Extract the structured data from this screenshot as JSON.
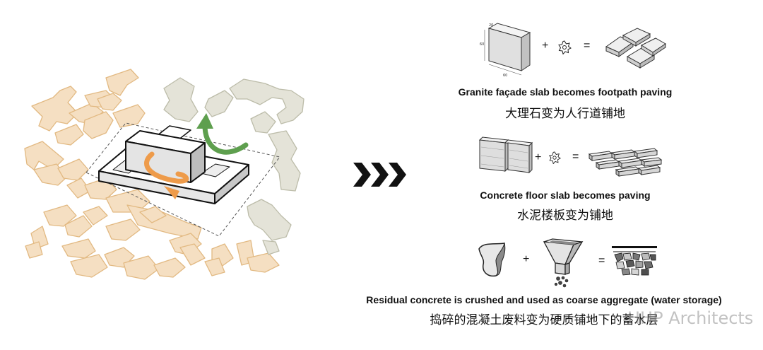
{
  "colors": {
    "context_buildings_left": "#f5dfc2",
    "context_buildings_left_stroke": "#e2b982",
    "context_buildings_right": "#e4e3d8",
    "context_buildings_right_stroke": "#bcbca9",
    "arrow_green": "#5e9f4e",
    "arrow_orange": "#ee9b4a",
    "ink": "#111111"
  },
  "transition_icon": "triple-chevron-right-icon",
  "steps": [
    {
      "caption_en": "Granite façade slab becomes footpath paving",
      "caption_zh": "大理石变为人行道铺地",
      "dims": [
        "20",
        "60",
        "60"
      ]
    },
    {
      "caption_en": "Concrete floor slab becomes paving",
      "caption_zh": "水泥楼板变为铺地"
    },
    {
      "caption_en": "Residual concrete is crushed and used as coarse aggregate (water storage)",
      "caption_zh": "捣碎的混凝土废料变为硬质铺地下的蓄水层"
    }
  ],
  "operators": {
    "plus": "+",
    "equals": "="
  },
  "watermark": "HHP Architects"
}
